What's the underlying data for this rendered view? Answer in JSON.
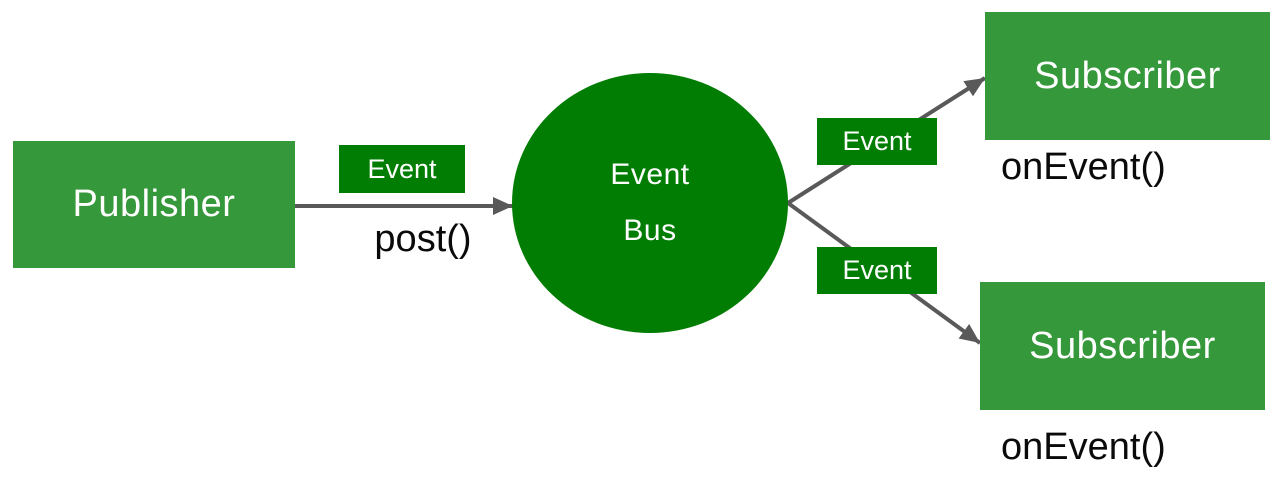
{
  "diagram": {
    "nodes": {
      "publisher": {
        "label": "Publisher"
      },
      "event_bus": {
        "line1": "Event",
        "line2": "Bus"
      },
      "subscriber_top": {
        "label": "Subscriber",
        "handler": "onEvent()"
      },
      "subscriber_bottom": {
        "label": "Subscriber",
        "handler": "onEvent()"
      }
    },
    "edges": {
      "publish": {
        "badge": "Event",
        "method": "post()"
      },
      "deliver_top": {
        "badge": "Event"
      },
      "deliver_bottom": {
        "badge": "Event"
      }
    },
    "colors": {
      "node_green": "#35983A",
      "bus_green": "#027D03",
      "arrow_gray": "#595959",
      "label_text": "#FFFFFF",
      "method_text": "#0A0A0A"
    }
  }
}
